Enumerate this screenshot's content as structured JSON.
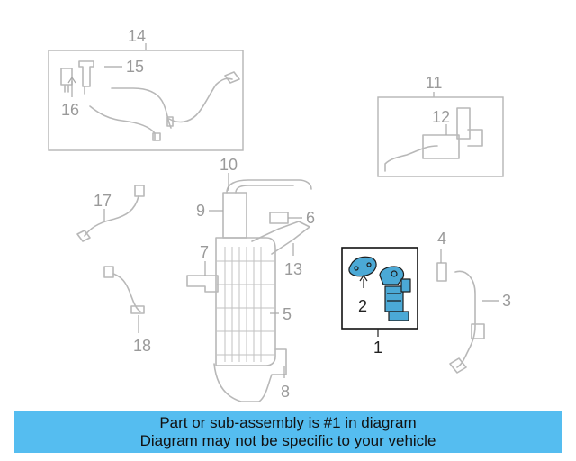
{
  "callouts": {
    "c1": "1",
    "c2": "2",
    "c3": "3",
    "c4": "4",
    "c5": "5",
    "c6": "6",
    "c7": "7",
    "c8": "8",
    "c9": "9",
    "c10": "10",
    "c11": "11",
    "c12": "12",
    "c13": "13",
    "c14": "14",
    "c15": "15",
    "c16": "16",
    "c17": "17",
    "c18": "18"
  },
  "banner": {
    "line1": "Part or sub-assembly is #1 in diagram",
    "line2": "Diagram may not be specific to your vehicle"
  },
  "colors": {
    "highlight": "#4ba9d6",
    "banner": "#55bdf0"
  }
}
